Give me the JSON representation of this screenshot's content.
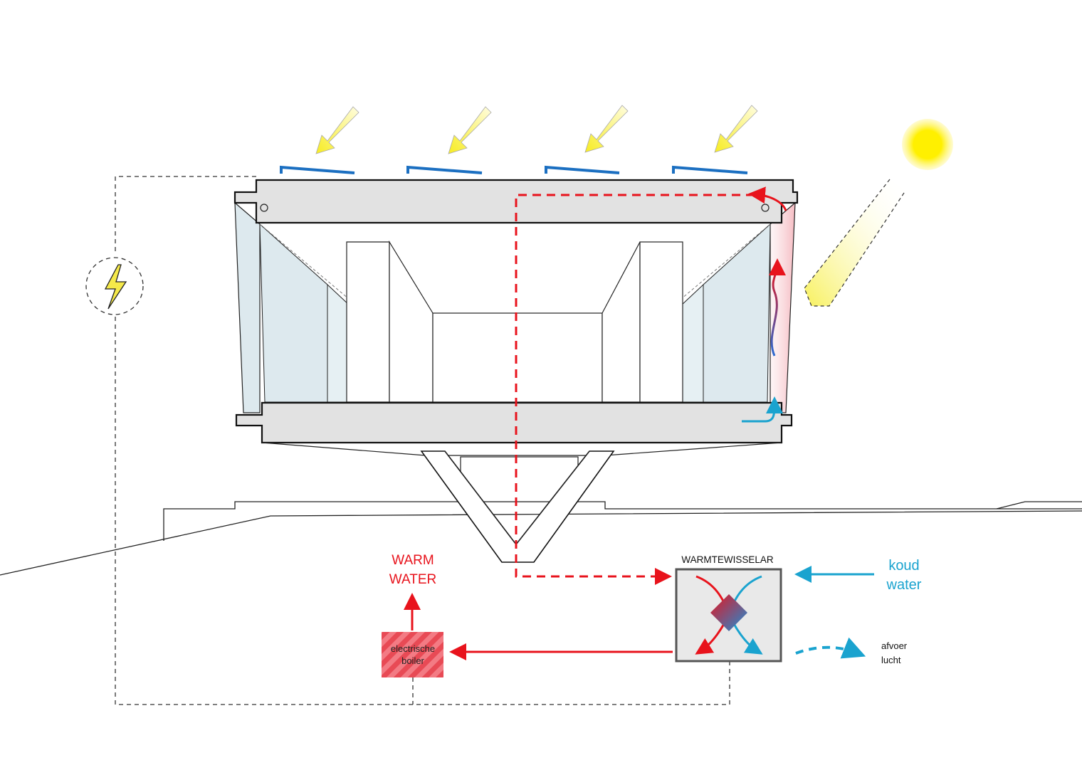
{
  "labels": {
    "warm_water_line1": "WARM",
    "warm_water_line2": "WATER",
    "heat_exchanger": "WARMTEWISSELAR",
    "cold_water_line1": "koud",
    "cold_water_line2": "water",
    "boiler_line1": "electrische",
    "boiler_line2": "boiler",
    "exhaust_air_line1": "afvoer",
    "exhaust_air_line2": "lucht"
  },
  "colors": {
    "warm": "#e8131c",
    "cold": "#1aa3cf",
    "sun": "#fff000",
    "solar_panel": "#1b6fc1",
    "glass": "#dde9ee",
    "slab": "#e2e2e2",
    "lightning": "#f5e94a"
  },
  "icons": {
    "sun": "sun-icon",
    "lightning": "lightning-icon",
    "sunray": "sun-ray-arrow-icon"
  }
}
